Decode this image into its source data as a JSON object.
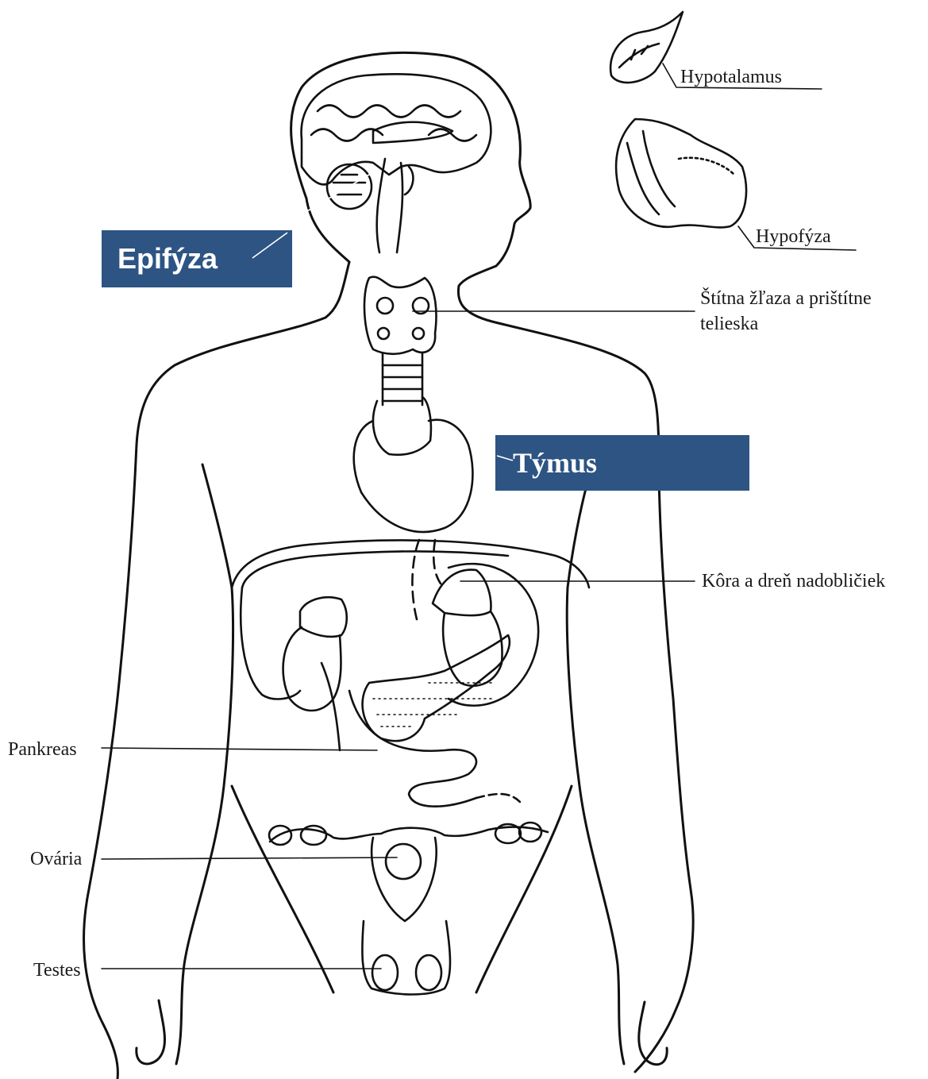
{
  "labels": {
    "hypotalamus": "Hypotalamus",
    "hypofyza": "Hypofýza",
    "stitna_line1": "Štítna žľaza a prištítne",
    "stitna_line2": "telieska",
    "kora": "Kôra a dreň nadobličiek",
    "pankreas": "Pankreas",
    "ovaria": "Ovária",
    "testes": "Testes"
  },
  "callouts": {
    "epifyza": "Epifýza",
    "tymus": "Týmus"
  },
  "colors": {
    "callout_fill": "#2d5483",
    "callout_text": "#ffffff",
    "line_art": "#111111"
  }
}
